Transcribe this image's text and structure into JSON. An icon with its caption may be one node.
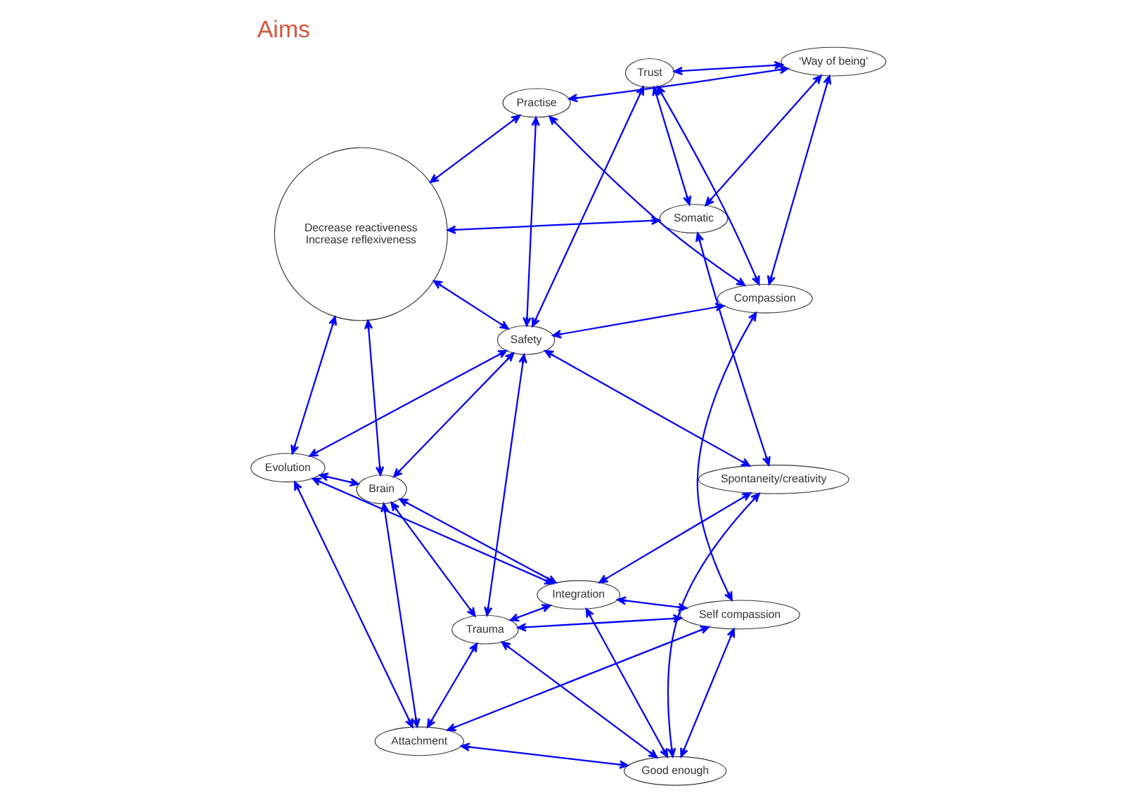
{
  "diagram": {
    "title": "Aims",
    "nodes": [
      {
        "text": [
          "Evolution"
        ]
      },
      {
        "text": [
          "Integration"
        ]
      },
      {
        "text": [
          "Attachment"
        ]
      },
      {
        "text": [
          "Brain"
        ]
      },
      {
        "text": [
          "Trauma"
        ]
      },
      {
        "text": [
          "Decrease reactiveness",
          "Increase reflexiveness"
        ]
      },
      {
        "text": [
          "Safety"
        ]
      },
      {
        "text": [
          "Good enough"
        ]
      },
      {
        "text": [
          "Self compassion"
        ]
      },
      {
        "text": [
          "Compassion"
        ]
      },
      {
        "text": [
          "Spontaneity/creativity"
        ]
      },
      {
        "text": [
          "Trust"
        ]
      },
      {
        "text": [
          "Practise"
        ]
      },
      {
        "text": [
          "‘Way of being’"
        ]
      },
      {
        "text": [
          "Somatic"
        ]
      }
    ],
    "edges": [
      {
        "from": 0,
        "to": 2,
        "arrow": "both"
      },
      {
        "from": 0,
        "to": 1,
        "arrow": "both"
      },
      {
        "from": 1,
        "to": 10,
        "arrow": "both"
      },
      {
        "from": 0,
        "to": 5,
        "arrow": "both"
      },
      {
        "from": 0,
        "to": 3,
        "arrow": "both"
      },
      {
        "from": 0,
        "to": 6,
        "arrow": "both"
      },
      {
        "from": 3,
        "to": 1,
        "arrow": "both"
      },
      {
        "from": 3,
        "to": 2,
        "arrow": "both"
      },
      {
        "from": 3,
        "to": 4,
        "arrow": "both"
      },
      {
        "from": 3,
        "to": 5,
        "arrow": "both"
      },
      {
        "from": 3,
        "to": 6,
        "arrow": "both"
      },
      {
        "from": 5,
        "to": 6,
        "arrow": "both"
      },
      {
        "from": 5,
        "to": 12,
        "arrow": "both"
      },
      {
        "from": 5,
        "to": 14,
        "arrow": "both"
      },
      {
        "from": 1,
        "to": 4,
        "arrow": "both"
      },
      {
        "from": 1,
        "to": 7,
        "arrow": "both"
      },
      {
        "from": 1,
        "to": 8,
        "arrow": "both"
      },
      {
        "from": 2,
        "to": 4,
        "arrow": "both"
      },
      {
        "from": 2,
        "to": 8,
        "arrow": "both"
      },
      {
        "from": 2,
        "to": 7,
        "arrow": "both"
      },
      {
        "from": 4,
        "to": 7,
        "arrow": "both"
      },
      {
        "from": 4,
        "to": 6,
        "arrow": "both"
      },
      {
        "from": 4,
        "to": 8,
        "arrow": "both"
      },
      {
        "from": 7,
        "to": 8,
        "arrow": "both"
      },
      {
        "from": 7,
        "to": 10,
        "arrow": "both"
      },
      {
        "from": 6,
        "to": 9,
        "arrow": "both"
      },
      {
        "from": 6,
        "to": 12,
        "arrow": "both"
      },
      {
        "from": 6,
        "to": 11,
        "arrow": "both"
      },
      {
        "from": 6,
        "to": 10,
        "arrow": "both"
      },
      {
        "from": 9,
        "to": 8,
        "arrow": "both"
      },
      {
        "from": 9,
        "to": 12,
        "arrow": "both"
      },
      {
        "from": 9,
        "to": 13,
        "arrow": "both"
      },
      {
        "from": 9,
        "to": 11,
        "arrow": "both"
      },
      {
        "from": 11,
        "to": 13,
        "arrow": "both"
      },
      {
        "from": 11,
        "to": 14,
        "arrow": "both"
      },
      {
        "from": 12,
        "to": 13,
        "arrow": "both"
      },
      {
        "from": 13,
        "to": 14,
        "arrow": "both"
      },
      {
        "from": 10,
        "to": 14,
        "arrow": "both"
      }
    ]
  }
}
